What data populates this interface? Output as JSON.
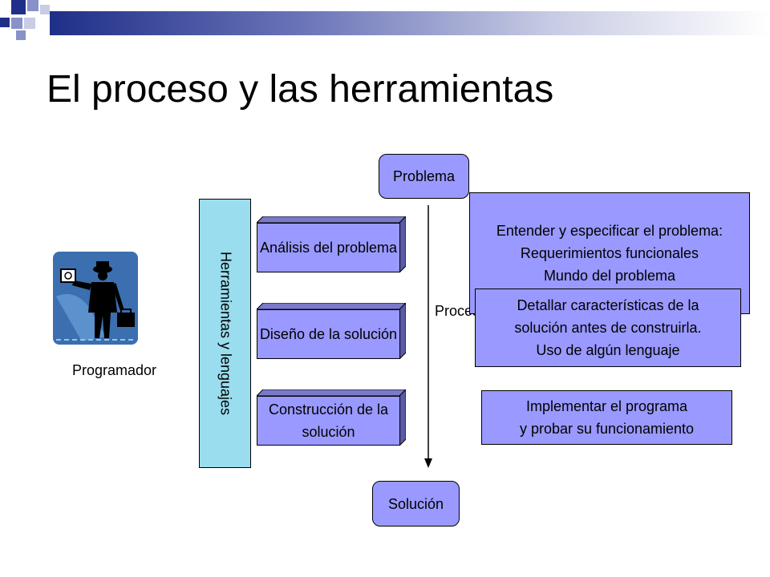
{
  "slide": {
    "title": "El proceso y las herramientas"
  },
  "diagram": {
    "problem": "Problema",
    "solution": "Solución",
    "process_label": "Proceso",
    "tools": "Herramientas y lenguajes",
    "programmer": "Programador",
    "steps": [
      {
        "label": "Análisis del problema",
        "description": "Entender y especificar el problema:\nRequerimientos funcionales\nMundo del problema"
      },
      {
        "label": "Diseño de la solución",
        "description": "Detallar características de la\nsolución antes de construirla.\nUso de algún lenguaje"
      },
      {
        "label": "Construcción de la solución",
        "description": "Implementar el programa\ny probar su funcionamiento"
      }
    ]
  },
  "colors": {
    "box_fill": "#9999ff",
    "tools_fill": "#99ddee",
    "header_blue": "#1f2f88"
  },
  "icons": [
    "corner-squares-icon",
    "programmer-clipart-icon"
  ]
}
